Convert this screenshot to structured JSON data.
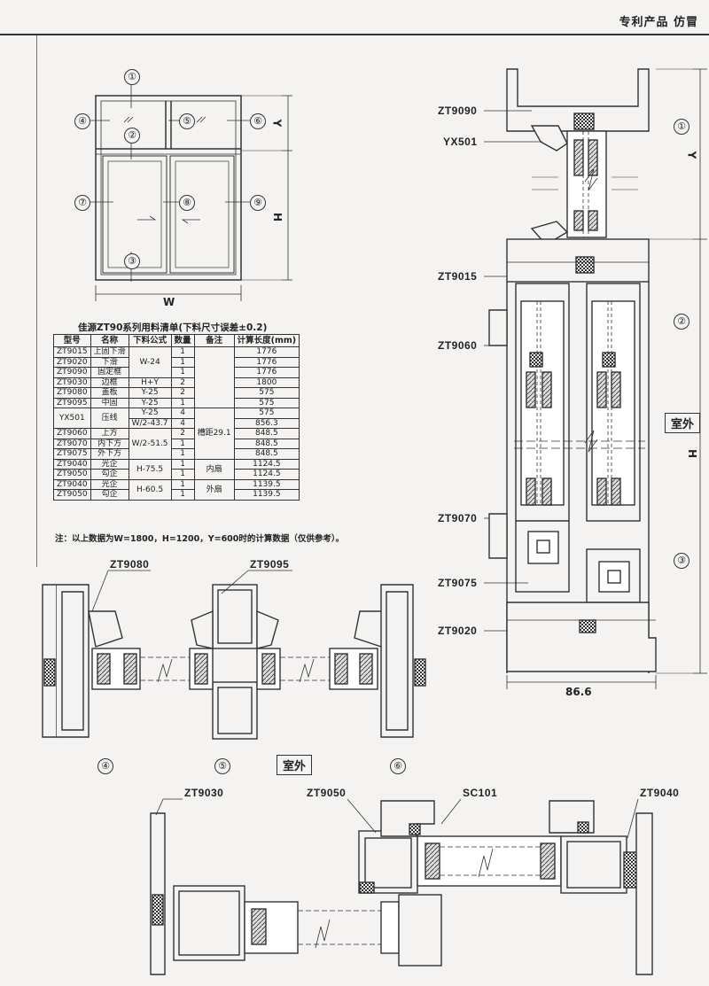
{
  "header": {
    "tag": "专利产品 仿冒"
  },
  "elevation": {
    "markers": [
      "①",
      "②",
      "③",
      "④",
      "⑤",
      "⑥",
      "⑦",
      "⑧",
      "⑨"
    ],
    "dims": {
      "width": "W",
      "height": "H",
      "top": "Y"
    }
  },
  "bom": {
    "title": "佳源ZT90系列用料清单(下料尺寸误差±0.2)",
    "headers": [
      "型号",
      "名称",
      "下料公式",
      "数量",
      "备注",
      "计算长度(mm)"
    ],
    "rows": [
      [
        "ZT9015",
        "上固下滑",
        "",
        "1",
        "",
        "1776"
      ],
      [
        "ZT9020",
        "下滑",
        "W-24",
        "1",
        "",
        "1776"
      ],
      [
        "ZT9090",
        "固定框",
        "",
        "1",
        "",
        "1776"
      ],
      [
        "ZT9030",
        "边框",
        "H+Y",
        "2",
        "",
        "1800"
      ],
      [
        "ZT9080",
        "盖板",
        "Y-25",
        "2",
        "",
        "575"
      ],
      [
        "ZT9095",
        "中固",
        "Y-25",
        "1",
        "",
        "575"
      ],
      [
        "YX501",
        "压线",
        "Y-25",
        "4",
        "槽距29.1",
        "575"
      ],
      [
        "",
        "",
        "W/2-43.7",
        "4",
        "",
        "856.3"
      ],
      [
        "ZT9060",
        "上方",
        "",
        "2",
        "",
        "848.5"
      ],
      [
        "ZT9070",
        "内下方",
        "W/2-51.5",
        "1",
        "",
        "848.5"
      ],
      [
        "ZT9075",
        "外下方",
        "",
        "1",
        "",
        "848.5"
      ],
      [
        "ZT9040",
        "光企",
        "H-75.5",
        "1",
        "内扇",
        "1124.5"
      ],
      [
        "ZT9050",
        "勾企",
        "",
        "1",
        "",
        "1124.5"
      ],
      [
        "ZT9040",
        "光企",
        "H-60.5",
        "1",
        "外扇",
        "1139.5"
      ],
      [
        "ZT9050",
        "勾企",
        "",
        "1",
        "",
        "1139.5"
      ]
    ],
    "note": "注：以上数据为W=1800，H=1200，Y=600时的计算数据（仅供参考）。"
  },
  "vertical_section": {
    "labels": [
      "ZT9090",
      "YX501",
      "ZT9015",
      "ZT9060",
      "ZT9070",
      "ZT9075",
      "ZT9020"
    ],
    "markers": [
      "①",
      "②",
      "③"
    ],
    "dims": {
      "y": "Y",
      "h": "H",
      "depth": "86.6"
    },
    "outdoor": "室外"
  },
  "mid_section": {
    "labels": [
      "ZT9080",
      "ZT9095"
    ],
    "markers": [
      "④",
      "⑤",
      "⑥"
    ],
    "outdoor": "室外"
  },
  "bottom_section": {
    "labels": [
      "ZT9030",
      "ZT9050",
      "SC101",
      "ZT9040"
    ]
  }
}
